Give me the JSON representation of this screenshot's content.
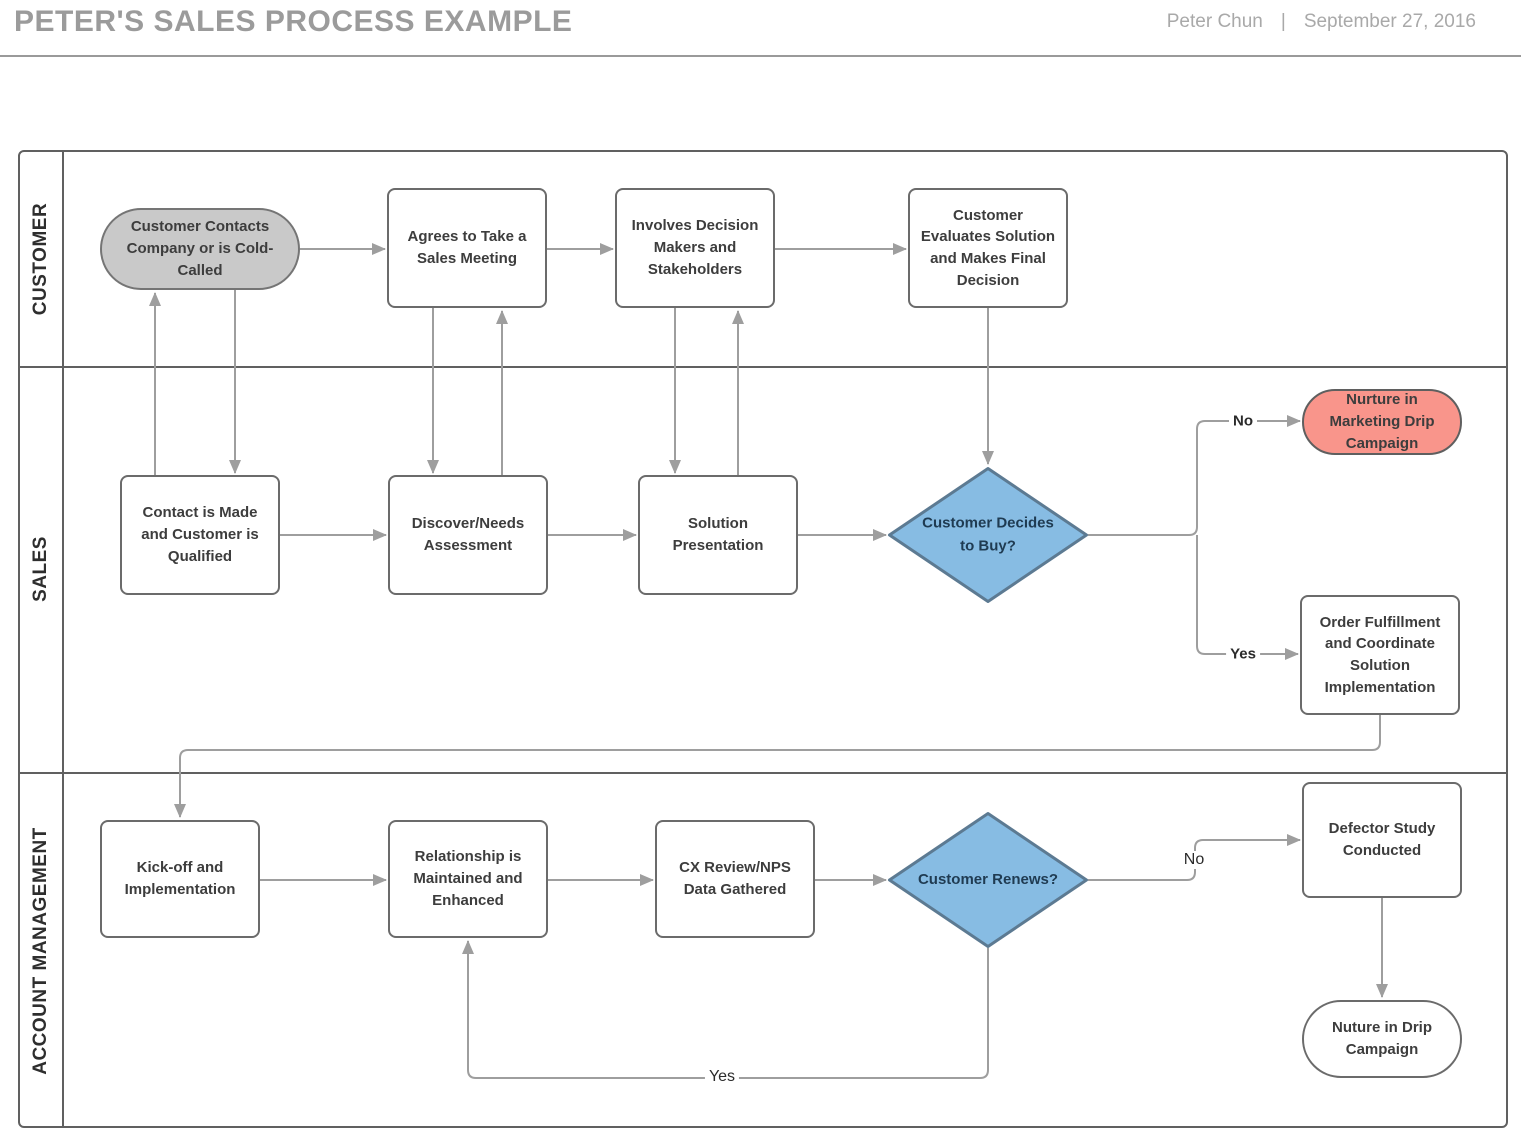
{
  "header": {
    "title": "PETER'S SALES PROCESS EXAMPLE",
    "author": "Peter Chun",
    "separator": "|",
    "date": "September 27, 2016"
  },
  "lanes": [
    {
      "label": "CUSTOMER"
    },
    {
      "label": "SALES"
    },
    {
      "label": "ACCOUNT MANAGEMENT"
    }
  ],
  "nodes": {
    "customer_contacts": {
      "label": "Customer Contacts Company or is Cold-Called",
      "shape": "terminator",
      "fill": "#c9c9c9"
    },
    "agrees_meeting": {
      "label": "Agrees to Take a Sales Meeting",
      "shape": "process",
      "fill": "#ffffff"
    },
    "involves_decision": {
      "label": "Involves Decision Makers and Stakeholders",
      "shape": "process",
      "fill": "#ffffff"
    },
    "customer_evaluates": {
      "label": "Customer Evaluates Solution and Makes Final Decision",
      "shape": "process",
      "fill": "#ffffff"
    },
    "contact_made": {
      "label": "Contact is Made and Customer is Qualified",
      "shape": "process",
      "fill": "#ffffff"
    },
    "discover_needs": {
      "label": "Discover/Needs Assessment",
      "shape": "process",
      "fill": "#ffffff"
    },
    "solution_presentation": {
      "label": "Solution Presentation",
      "shape": "process",
      "fill": "#ffffff"
    },
    "decides_to_buy": {
      "label": "Customer Decides to Buy?",
      "shape": "decision",
      "fill": "#87bce3"
    },
    "nurture_marketing": {
      "label": "Nurture in Marketing Drip Campaign",
      "shape": "terminator",
      "fill": "#f9958b"
    },
    "order_fulfillment": {
      "label": "Order Fulfillment and Coordinate Solution Implementation",
      "shape": "process",
      "fill": "#ffffff"
    },
    "kickoff": {
      "label": "Kick-off and Implementation",
      "shape": "process",
      "fill": "#ffffff"
    },
    "relationship": {
      "label": "Relationship is Maintained and Enhanced",
      "shape": "process",
      "fill": "#ffffff"
    },
    "cx_review": {
      "label": "CX Review/NPS Data Gathered",
      "shape": "process",
      "fill": "#ffffff"
    },
    "customer_renews": {
      "label": "Customer Renews?",
      "shape": "decision",
      "fill": "#87bce3"
    },
    "defector_study": {
      "label": "Defector Study Conducted",
      "shape": "process",
      "fill": "#ffffff"
    },
    "nurture_drip": {
      "label": "Nuture in Drip Campaign",
      "shape": "terminator",
      "fill": "#ffffff"
    }
  },
  "edges": [
    {
      "from": "customer_contacts",
      "to": "agrees_meeting",
      "label": ""
    },
    {
      "from": "agrees_meeting",
      "to": "involves_decision",
      "label": ""
    },
    {
      "from": "involves_decision",
      "to": "customer_evaluates",
      "label": ""
    },
    {
      "from": "customer_contacts",
      "to": "contact_made",
      "label": ""
    },
    {
      "from": "contact_made",
      "to": "customer_contacts",
      "label": ""
    },
    {
      "from": "agrees_meeting",
      "to": "discover_needs",
      "label": ""
    },
    {
      "from": "discover_needs",
      "to": "agrees_meeting",
      "label": ""
    },
    {
      "from": "involves_decision",
      "to": "solution_presentation",
      "label": ""
    },
    {
      "from": "solution_presentation",
      "to": "involves_decision",
      "label": ""
    },
    {
      "from": "customer_evaluates",
      "to": "decides_to_buy",
      "label": ""
    },
    {
      "from": "contact_made",
      "to": "discover_needs",
      "label": ""
    },
    {
      "from": "discover_needs",
      "to": "solution_presentation",
      "label": ""
    },
    {
      "from": "solution_presentation",
      "to": "decides_to_buy",
      "label": ""
    },
    {
      "from": "decides_to_buy",
      "to": "nurture_marketing",
      "label": "No"
    },
    {
      "from": "decides_to_buy",
      "to": "order_fulfillment",
      "label": "Yes"
    },
    {
      "from": "order_fulfillment",
      "to": "kickoff",
      "label": ""
    },
    {
      "from": "kickoff",
      "to": "relationship",
      "label": ""
    },
    {
      "from": "relationship",
      "to": "cx_review",
      "label": ""
    },
    {
      "from": "cx_review",
      "to": "customer_renews",
      "label": ""
    },
    {
      "from": "customer_renews",
      "to": "defector_study",
      "label": "No"
    },
    {
      "from": "customer_renews",
      "to": "relationship",
      "label": "Yes"
    },
    {
      "from": "defector_study",
      "to": "nurture_drip",
      "label": ""
    }
  ],
  "colors": {
    "title_gray": "#9b9b9b",
    "meta_gray": "#a9a9a9",
    "lane_border": "#606060",
    "node_border": "#6b6b6b",
    "node_text": "#3d3d3d",
    "connector": "#9e9e9e",
    "decision_fill": "#87bce3",
    "decision_border": "#5c7a92",
    "decision_text": "#1f3b52",
    "terminator_gray_fill": "#c9c9c9",
    "terminator_salmon_fill": "#f9958b"
  }
}
